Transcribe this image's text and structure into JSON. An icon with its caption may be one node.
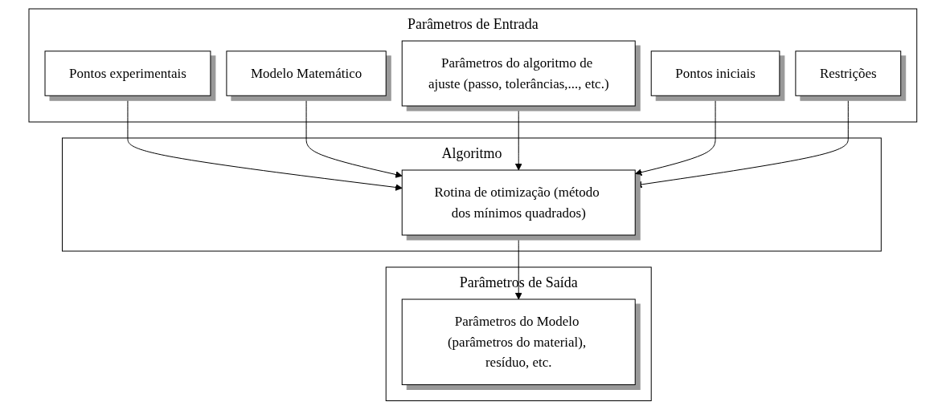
{
  "diagram": {
    "nodes": [
      {
        "text": [
          "Parâmetros de Entrada"
        ]
      },
      {
        "text": [
          "Pontos experimentais"
        ],
        "in": 0
      },
      {
        "text": [
          "Modelo Matemático"
        ],
        "in": 0
      },
      {
        "text": [
          "Parâmetros do algoritmo de ajuste (passo, tolerâncias,..., etc.)"
        ],
        "in": 0
      },
      {
        "text": [
          "Pontos iniciais"
        ],
        "in": 0
      },
      {
        "text": [
          "Restrições"
        ],
        "in": 0
      },
      {
        "text": [
          "Algoritmo"
        ]
      },
      {
        "text": [
          "Rotina de otimização (método dos mínimos quadrados)"
        ],
        "in": 6
      },
      {
        "text": [
          "Parâmetros de Saída"
        ]
      },
      {
        "text": [
          "Parâmetros do Modelo (parâmetros do material), resíduo, etc."
        ],
        "in": 8
      }
    ],
    "edges": [
      {
        "from": 1,
        "to": 7,
        "arrow": "to"
      },
      {
        "from": 2,
        "to": 7,
        "arrow": "to"
      },
      {
        "from": 3,
        "to": 7,
        "arrow": "to"
      },
      {
        "from": 4,
        "to": 7,
        "arrow": "to"
      },
      {
        "from": 5,
        "to": 7,
        "arrow": "to"
      },
      {
        "from": 7,
        "to": 9,
        "arrow": "to"
      }
    ]
  }
}
